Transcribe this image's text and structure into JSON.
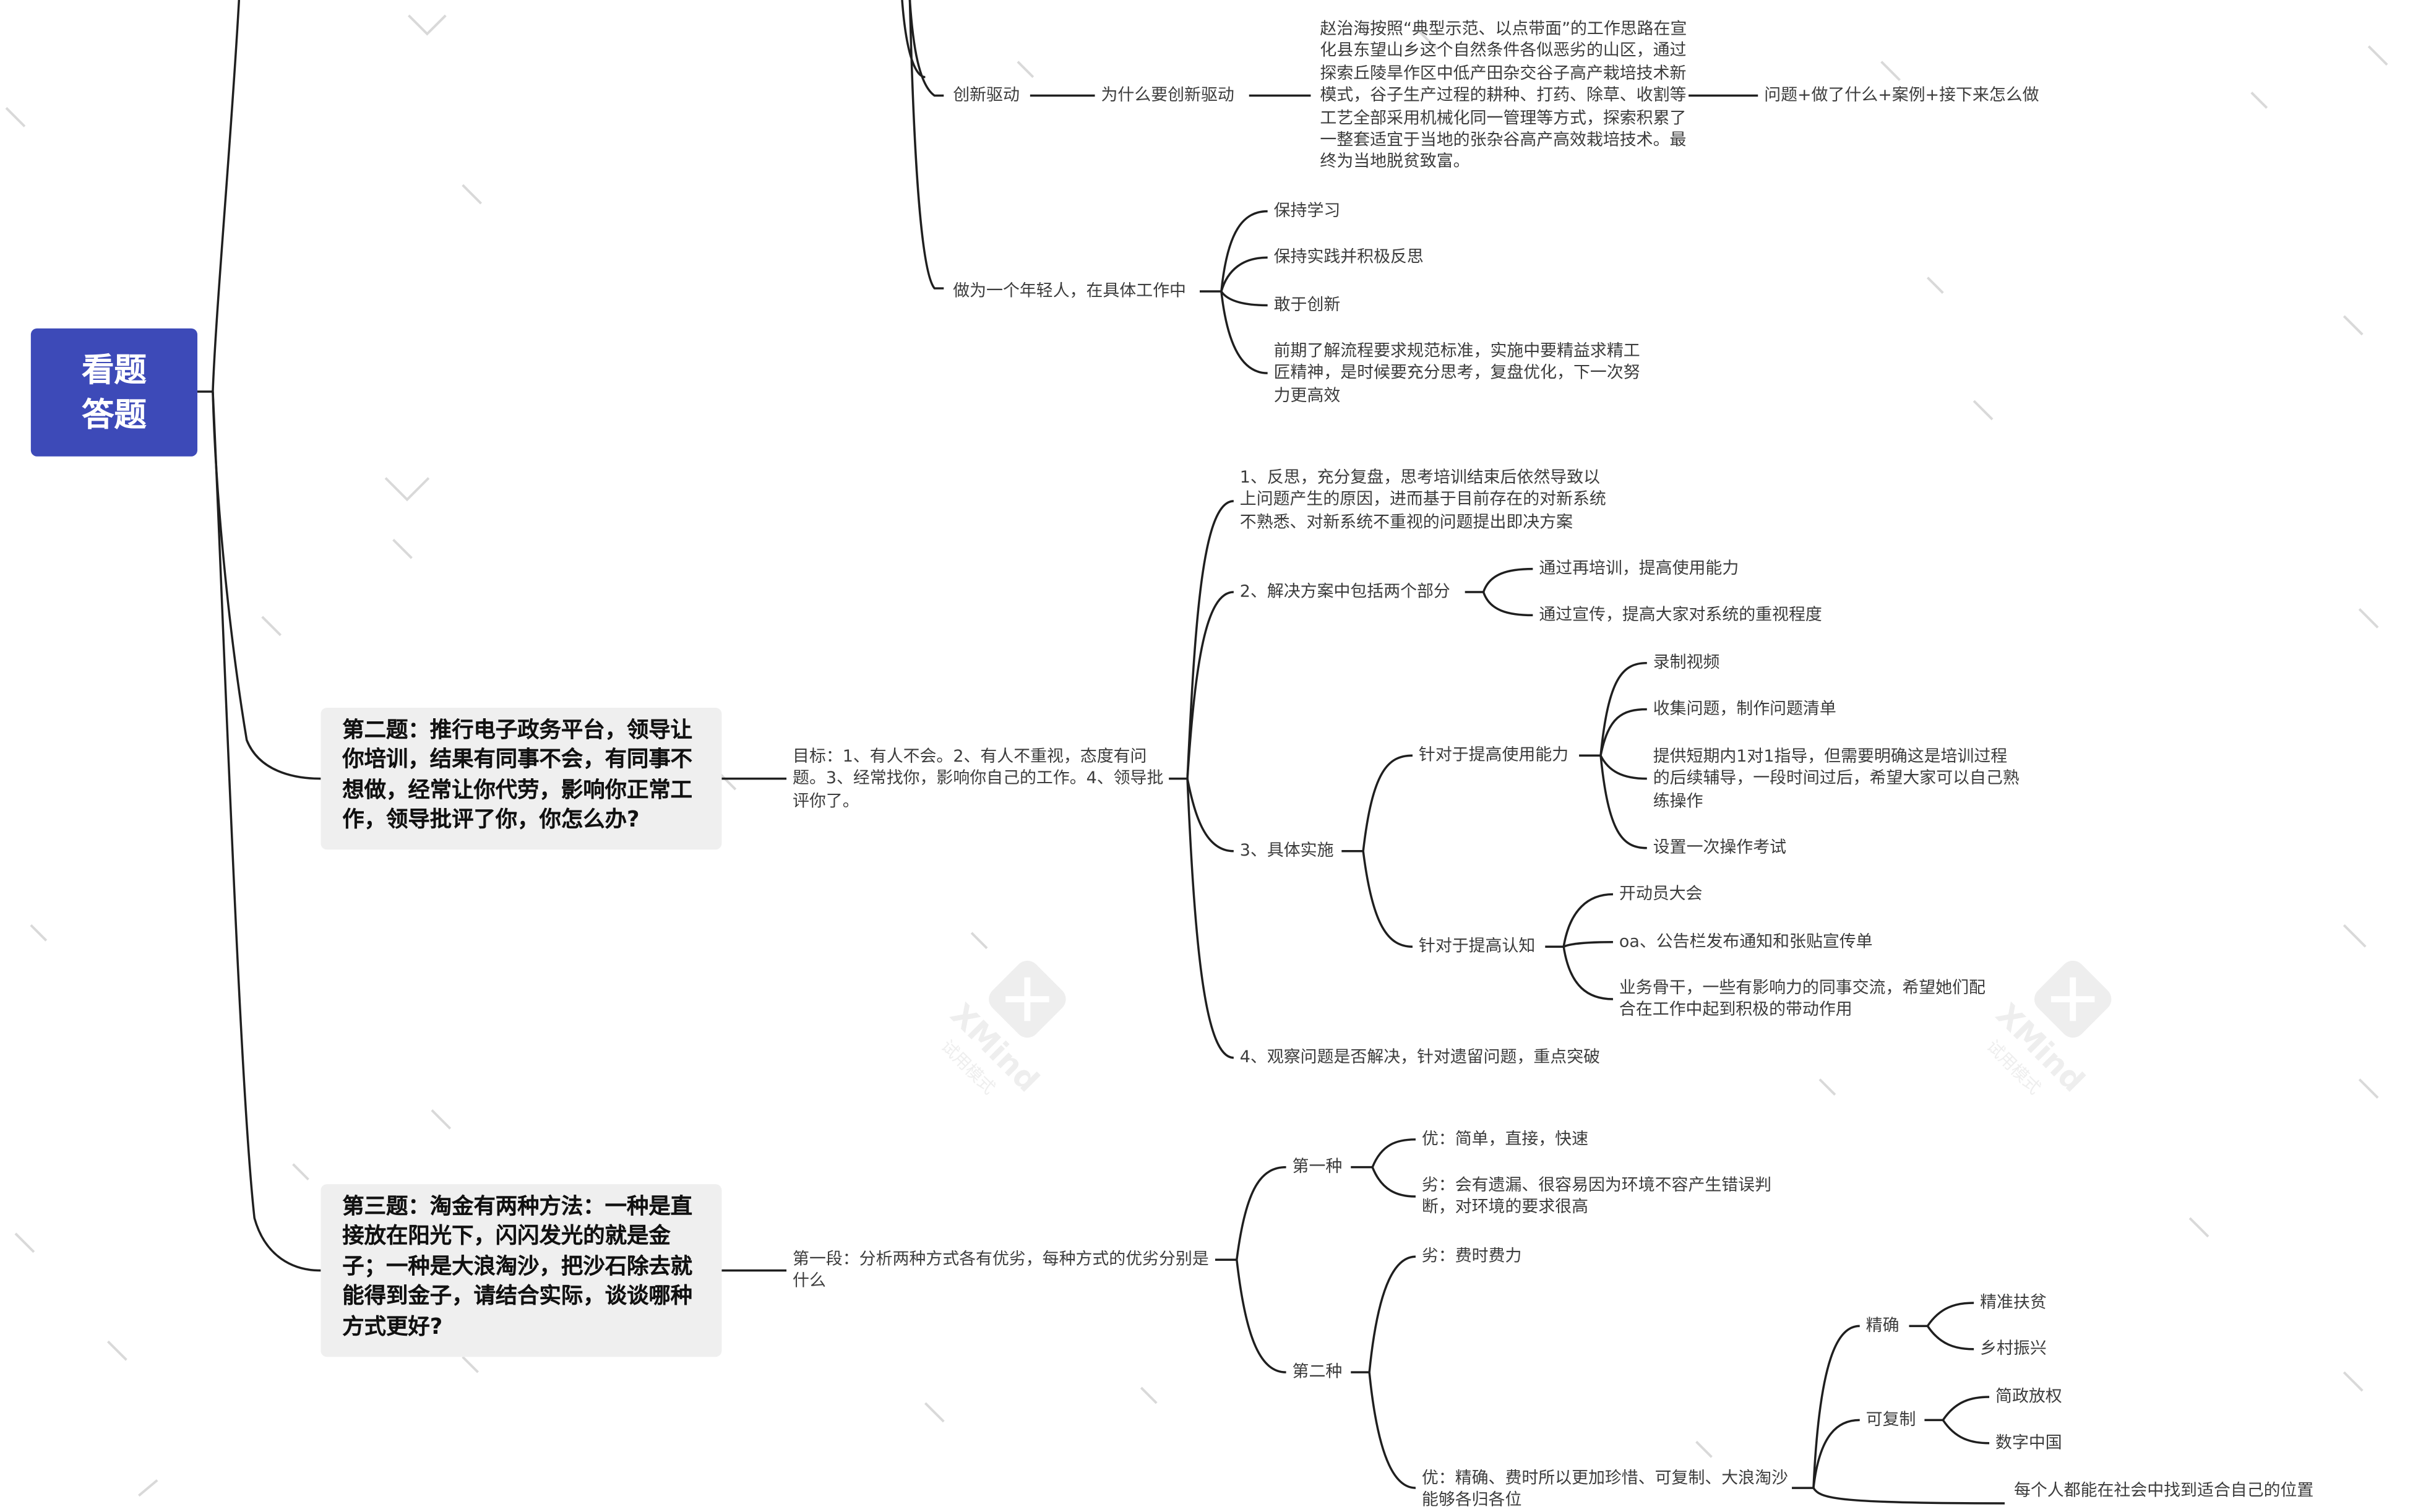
{
  "root": {
    "label": "看题答题"
  },
  "watermark": {
    "brand": "XMind",
    "note": "试用模式"
  },
  "branch1": {
    "innovation": {
      "label": "创新驱动",
      "why": "为什么要创新驱动",
      "case": "赵治海按照“典型示范、以点带面”的工作思路在宣化县东望山乡这个自然条件各似恶劣的山区，通过探索丘陵旱作区中低产田杂交谷子高产栽培技术新模式，谷子生产过程的耕种、打药、除草、收割等工艺全部采用机械化同一管理等方式，探索积累了一整套适宜于当地的张杂谷高产高效栽培技术。最终为当地脱贫致富。",
      "structure": "问题+做了什么+案例+接下来怎么做"
    },
    "young": {
      "label": "做为一个年轻人，在具体工作中",
      "items": [
        "保持学习",
        "保持实践并积极反思",
        "敢于创新",
        "前期了解流程要求规范标准，实施中要精益求精工匠精神，是时候要充分思考，复盘优化，下一次努力更高效"
      ]
    }
  },
  "q2": {
    "title": "第二题：推行电子政务平台，领导让你培训，结果有同事不会，有同事不想做，经常让你代劳，影响你正常工作，领导批评了你，你怎么办?",
    "goal": "目标：1、有人不会。2、有人不重视，态度有问题。3、经常找你，影响你自己的工作。4、领导批评你了。",
    "step1": "1、反思，充分复盘，思考培训结束后依然导致以上问题产生的原因，进而基于目前存在的对新系统不熟悉、对新系统不重视的问题提出即决方案",
    "step2": {
      "label": "2、解决方案中包括两个部分",
      "items": [
        "通过再培训，提高使用能力",
        "通过宣传，提高大家对系统的重视程度"
      ]
    },
    "step3": {
      "label": "3、具体实施",
      "ability": {
        "label": "针对于提高使用能力",
        "items": [
          "录制视频",
          "收集问题，制作问题清单",
          "提供短期内1对1指导，但需要明确这是培训过程的后续辅导，一段时间过后，希望大家可以自己熟练操作",
          "设置一次操作考试"
        ]
      },
      "awareness": {
        "label": "针对于提高认知",
        "items": [
          "开动员大会",
          "oa、公告栏发布通知和张贴宣传单",
          "业务骨干，一些有影响力的同事交流，希望她们配合在工作中起到积极的带动作用"
        ]
      }
    },
    "step4": "4、观察问题是否解决，针对遗留问题，重点突破"
  },
  "q3": {
    "title": "第三题：淘金有两种方法：一种是直接放在阳光下，闪闪发光的就是金子；一种是大浪淘沙，把沙石除去就能得到金子，请结合实际，谈谈哪种方式更好?",
    "para1": "第一段：分析两种方式各有优劣，每种方式的优劣分别是什么",
    "first": {
      "label": "第一种",
      "pro": "优：简单，直接，快速",
      "con": "劣：会有遗漏、很容易因为环境不容产生错误判断，对环境的要求很高"
    },
    "second": {
      "label": "第二种",
      "con": "劣：费时费力",
      "pro": "优：精确、费时所以更加珍惜、可复制、大浪淘沙能够各归各位",
      "precise": {
        "label": "精确",
        "items": [
          "精准扶贫",
          "乡村振兴"
        ]
      },
      "copy": {
        "label": "可复制",
        "items": [
          "简政放权",
          "数字中国"
        ]
      },
      "place": "每个人都能在社会中找到适合自己的位置"
    }
  }
}
